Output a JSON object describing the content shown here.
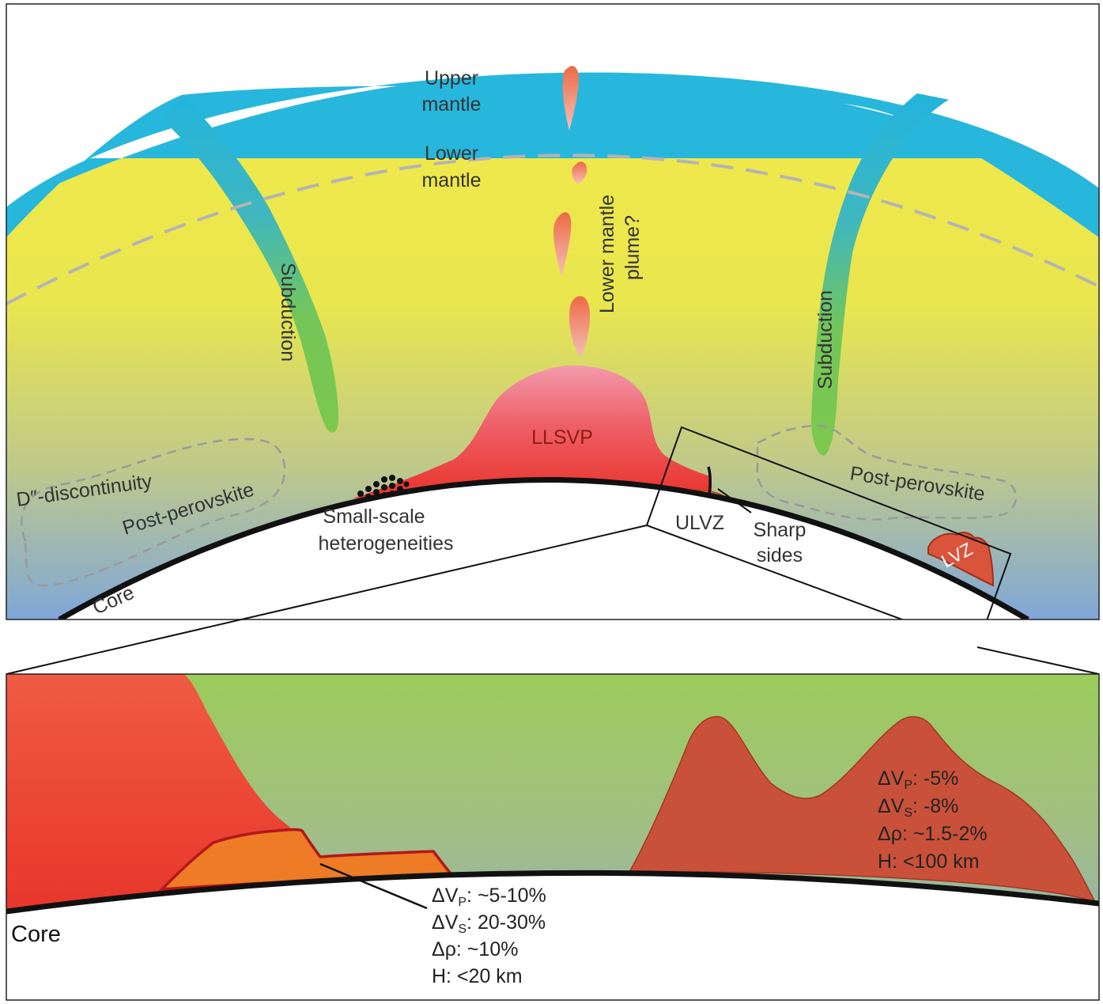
{
  "colors": {
    "crust": "#27b7dc",
    "upper_mantle": "#f1e94a",
    "lower_mantle_base": "#7fa7d8",
    "slab_green": "#7cc84b",
    "llsvp_top": "#f29aac",
    "llsvp_base": "#e8322b",
    "ulvz_orange": "#ee7b25",
    "lvz_red": "#c9513a",
    "core_line": "#111111"
  },
  "labels": {
    "upper_mantle_l1": "Upper",
    "upper_mantle_l2": "mantle",
    "lower_mantle_l1": "Lower",
    "lower_mantle_l2": "mantle",
    "plume_l1": "Lower mantle",
    "plume_l2": "plume?",
    "subduction_left": "Subduction",
    "subduction_right": "Subduction",
    "llsvp": "LLSVP",
    "d_discontinuity": "D″-discontinuity",
    "post_perovskite_left": "Post-perovskite",
    "post_perovskite_right": "Post-perovskite",
    "small_scale_l1": "Small-scale",
    "small_scale_l2": "heterogeneities",
    "ulvz": "ULVZ",
    "sharp_l1": "Sharp",
    "sharp_l2": "sides",
    "lvz": "LVZ",
    "core_top": "Core",
    "core_bottom": "Core"
  },
  "ulvz_stats": {
    "dvp_prefix": "ΔV",
    "dvp_sub": "P",
    "dvp_value": ": ~5-10%",
    "dvs_prefix": "ΔV",
    "dvs_sub": "S",
    "dvs_value": ": 20-30%",
    "drho": "Δρ: ~10%",
    "height": "H: <20 km"
  },
  "lvz_stats": {
    "dvp_prefix": "ΔV",
    "dvp_sub": "P",
    "dvp_value": ": -5%",
    "dvs_prefix": "ΔV",
    "dvs_sub": "S",
    "dvs_value": ": -8%",
    "drho": "Δρ: ~1.5-2%",
    "height": "H: <100 km"
  }
}
